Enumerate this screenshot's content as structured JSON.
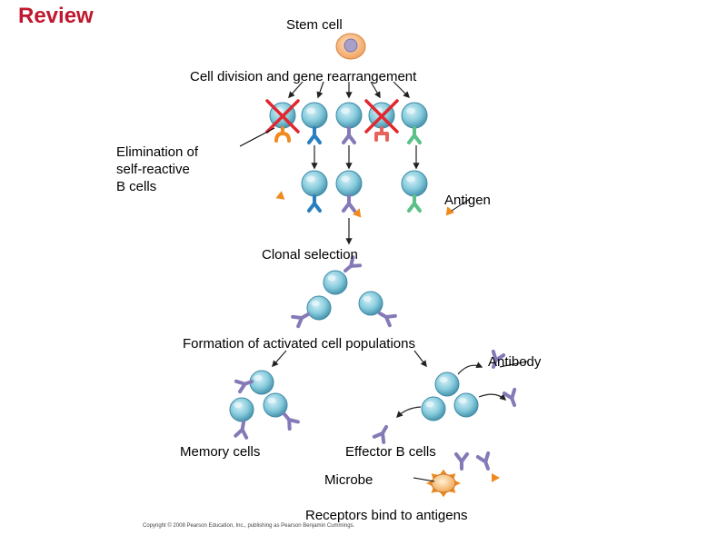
{
  "slide": {
    "title": "Review"
  },
  "labels": {
    "stem_cell": "Stem cell",
    "division": "Cell division and gene rearrangement",
    "elimination_line1": "Elimination of",
    "elimination_line2": "self-reactive",
    "elimination_line3": "B cells",
    "antigen": "Antigen",
    "clonal_selection": "Clonal selection",
    "formation": "Formation of activated cell populations",
    "antibody": "Antibody",
    "memory_cells": "Memory cells",
    "effector_cells": "Effector B cells",
    "microbe": "Microbe",
    "receptors_bind": "Receptors bind to antigens"
  },
  "copyright": "Copyright © 2008 Pearson Education, Inc., publishing as Pearson Benjamin Cummings.",
  "colors": {
    "title": "#c0182e",
    "cell_fill": "#7ec6d8",
    "cell_edge": "#3e8aa6",
    "stem_cell": "#f4b680",
    "antigen": "#f08a1e",
    "receptor_purple": "#8579b8",
    "receptor_blue": "#2a7fc1",
    "receptor_green": "#5cc088",
    "receptor_orange": "#f08a1e",
    "receptor_red": "#e6645a",
    "cross": "#e0282e"
  }
}
